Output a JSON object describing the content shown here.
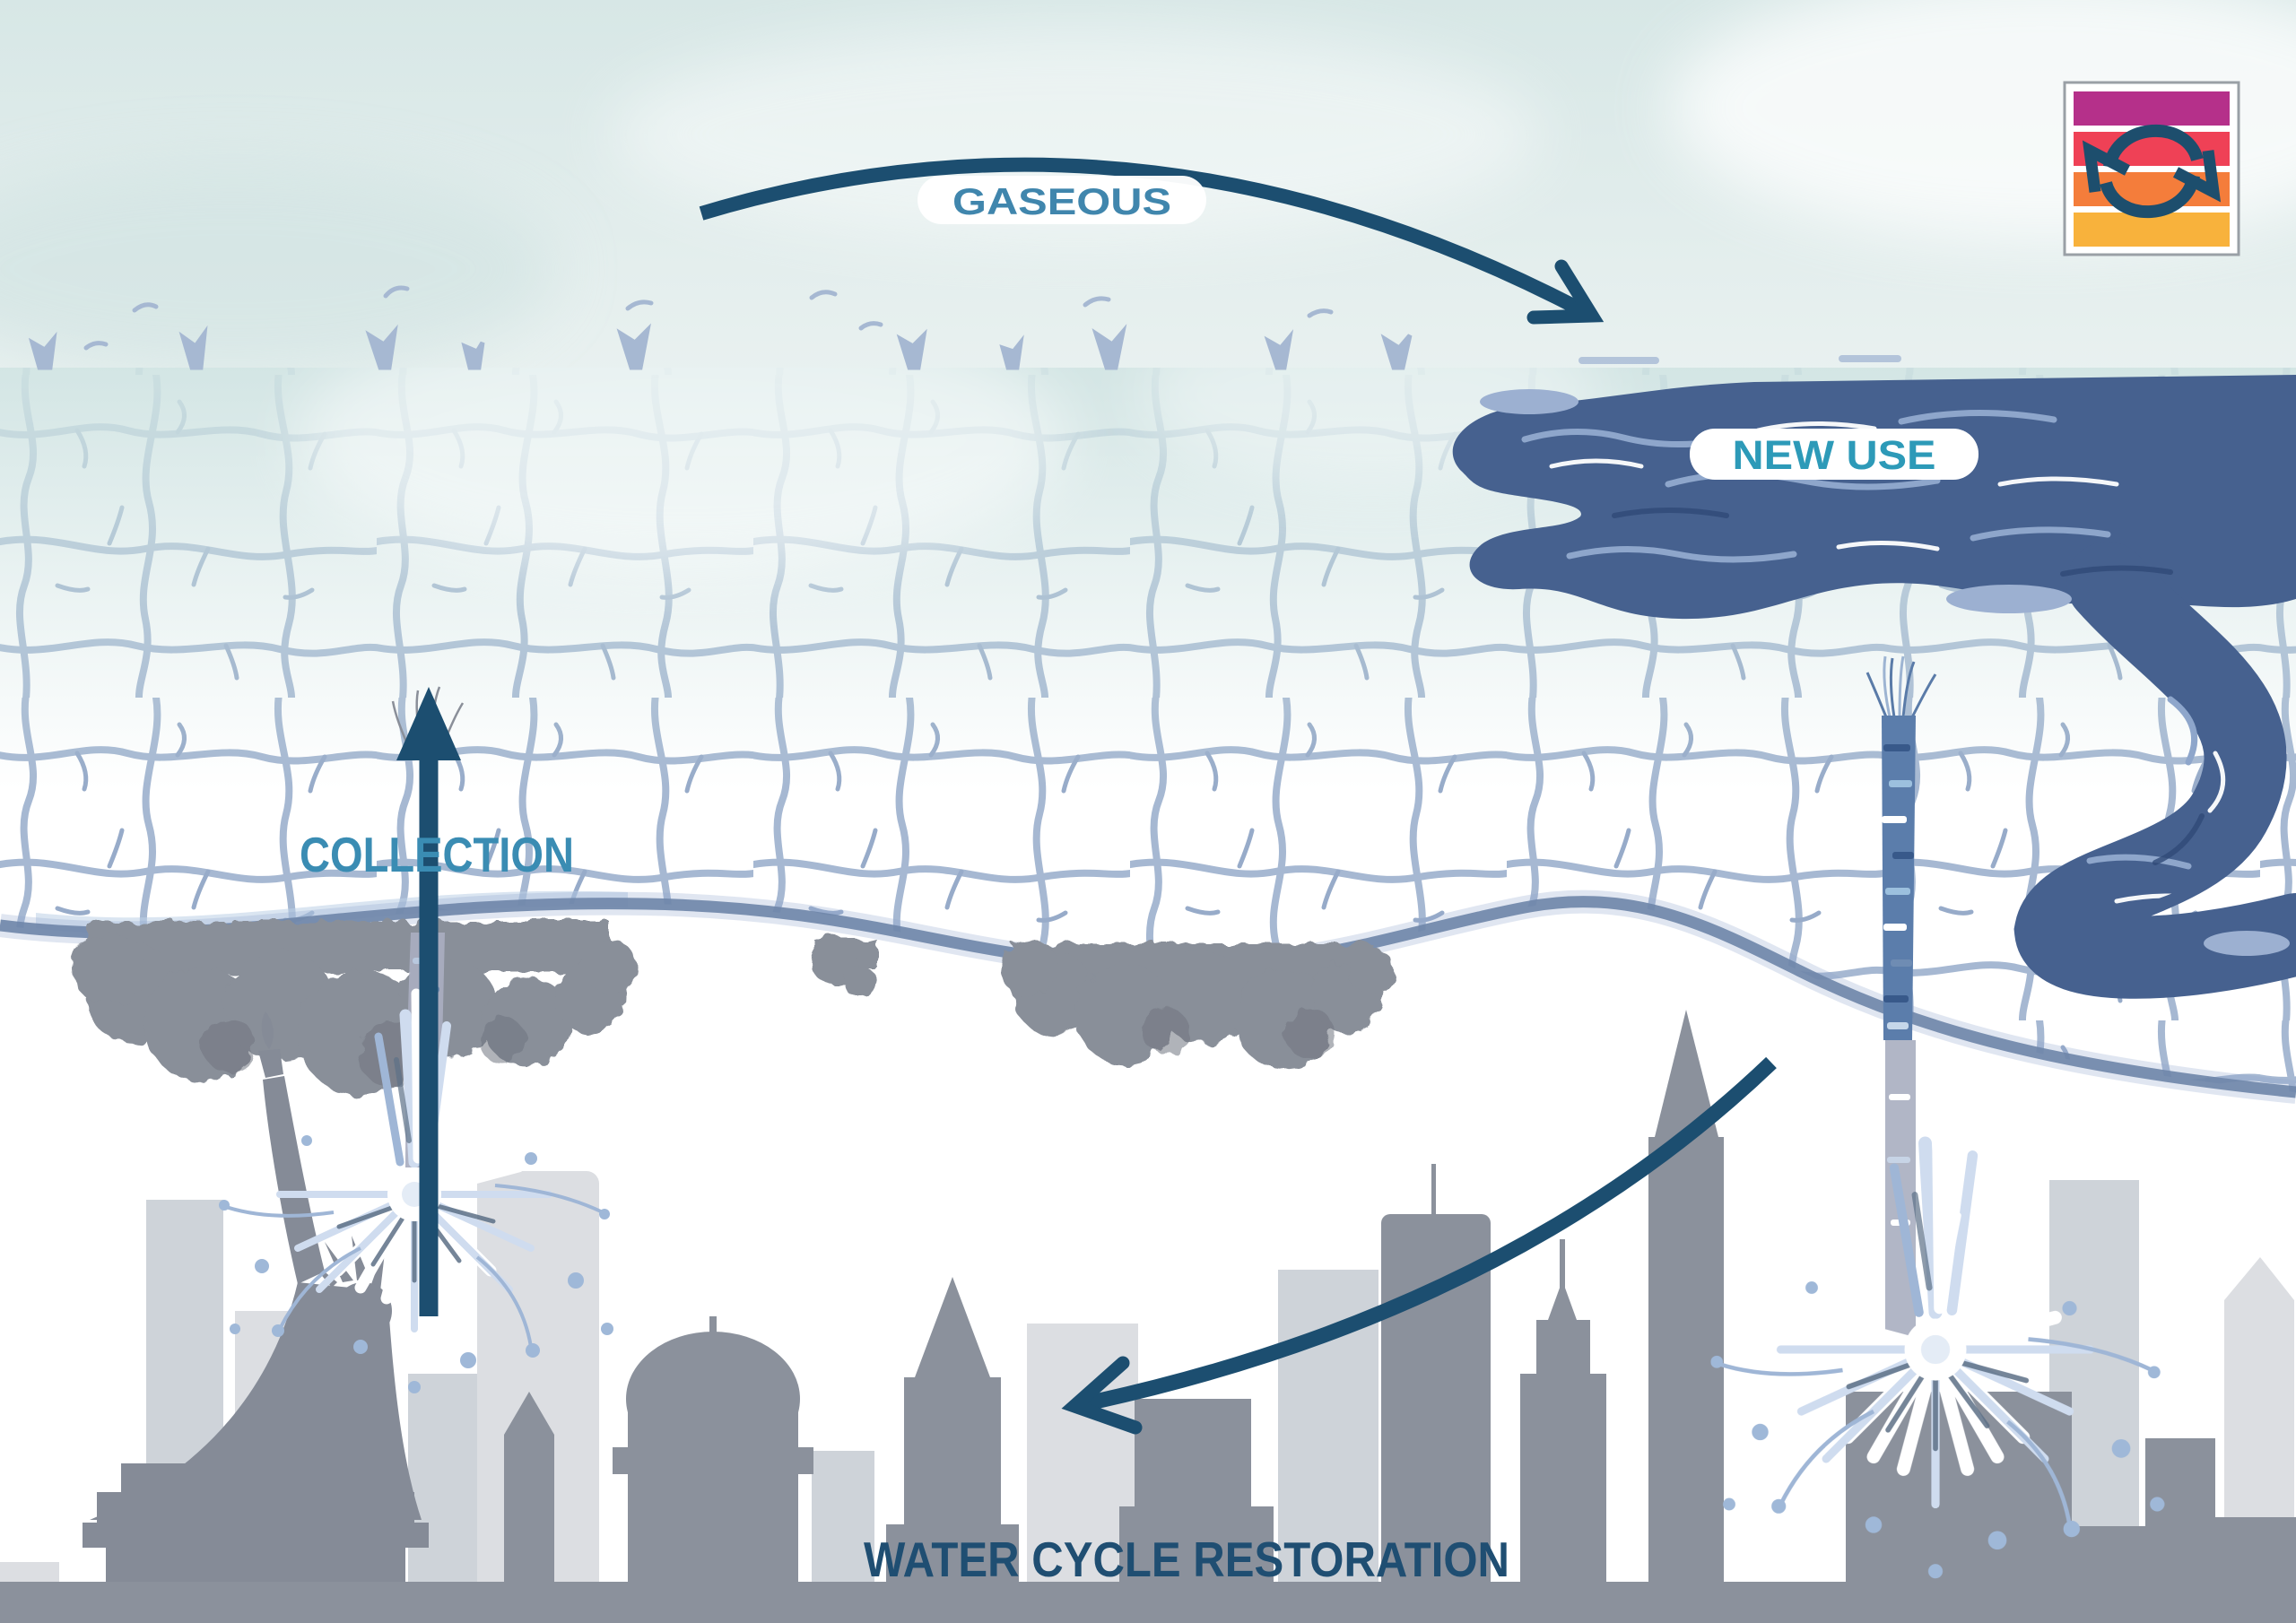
{
  "illustration": {
    "labels": {
      "gaseous": "GASEOUS",
      "new_use": "NEW USE",
      "collection": "COLLECTION",
      "water_cycle_restoration": "WATER CYCLE RESTORATION"
    }
  },
  "logo": {
    "icon": "cycle-arrows-icon",
    "stripes": [
      "#b5308a",
      "#ef4156",
      "#f47d3b",
      "#f8b23c"
    ],
    "arrow_color": "#1d4e6d",
    "border_color": "#9aa0a6"
  },
  "colors": {
    "navy_arrow": "#1c4e70",
    "label_gaseous": "#4086ad",
    "label_new_use": "#2d9ab8",
    "label_collection": "#3a8cb3",
    "label_restoration": "#1f4e72",
    "sky_top": "#d7e7e6",
    "sky_bottom": "#e9f1f0",
    "crack_line": "#a6b8d2",
    "crack_line_soft": "#97abc9",
    "river_blue": "#46618f",
    "river_swirl_light": "#8ea6cb",
    "river_swirl_dark": "#2f4a77",
    "river_edge_light": "#9cb0d1",
    "ground_line": "#6e85a8",
    "ground_wash": "#bcd0e6",
    "building_front": "#8b919c",
    "building_back": "#ced3d9",
    "building_light": "#dcdee2",
    "statue_gray": "#858b97",
    "tree_gray": "#898f99",
    "tree_dark": "#6f7580",
    "splash_light": "#cfdcef",
    "splash_mid": "#9fb6d6",
    "splash_dark": "#5d7087",
    "droplet_blue": "#9fb8d8",
    "column_blue": "#5b7dab",
    "column_gray": "#a9aec0",
    "pill_white": "#ffffff"
  }
}
